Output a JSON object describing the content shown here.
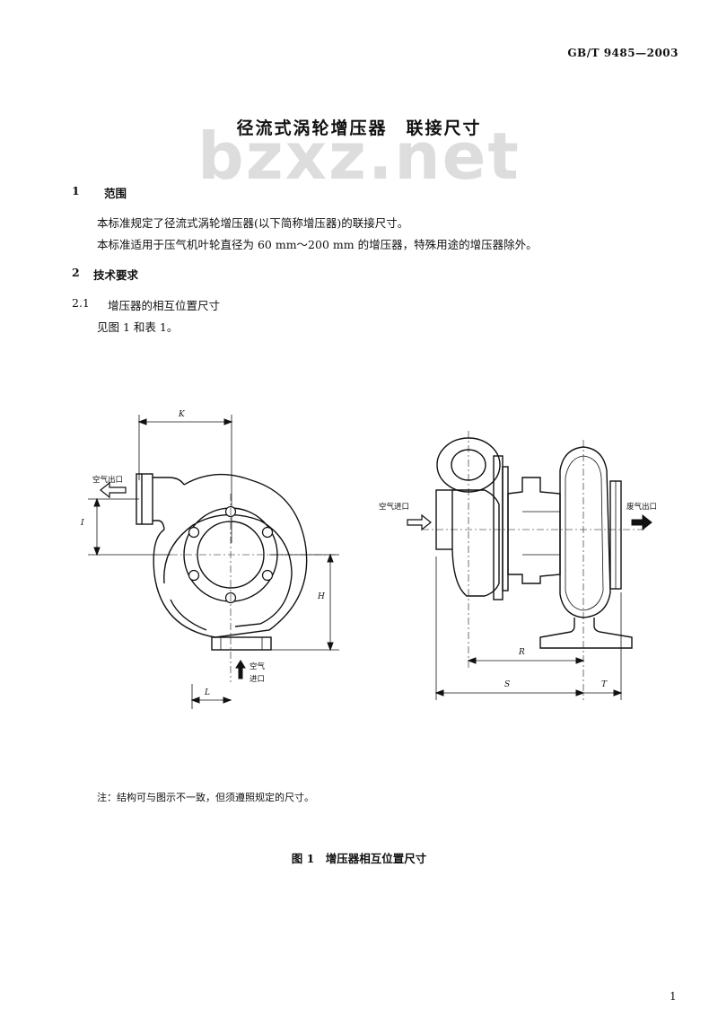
{
  "header": {
    "standard_code": "GB/T 9485—2003"
  },
  "watermark": {
    "text": "bzxz.net"
  },
  "title": "径流式涡轮增压器　联接尺寸",
  "sections": {
    "s1": {
      "number": "1",
      "heading": "范围"
    },
    "s1_p1": "本标准规定了径流式涡轮增压器(以下简称增压器)的联接尺寸。",
    "s1_p2": "本标准适用于压气机叶轮直径为 60 mm～200 mm 的增压器，特殊用途的增压器除外。",
    "s2": {
      "number": "2",
      "heading": "技术要求"
    },
    "s21": {
      "number": "2.1",
      "heading": "增压器的相互位置尺寸"
    },
    "s21_p1": "见图 1 和表 1。"
  },
  "figure": {
    "labels": {
      "air_outlet": "空气出口",
      "air_inlet_left": "空气进口",
      "air_inlet_bottom_1": "空气",
      "air_inlet_bottom_2": "进口",
      "exhaust_outlet": "废气出口"
    },
    "dims": {
      "K": "K",
      "I": "I",
      "H": "H",
      "L": "L",
      "R": "R",
      "S": "S",
      "T": "T"
    },
    "note": "注：结构可与图示不一致，但须遵照规定的尺寸。",
    "caption": "图 1　增压器相互位置尺寸"
  },
  "footer": {
    "page_number": "1"
  }
}
